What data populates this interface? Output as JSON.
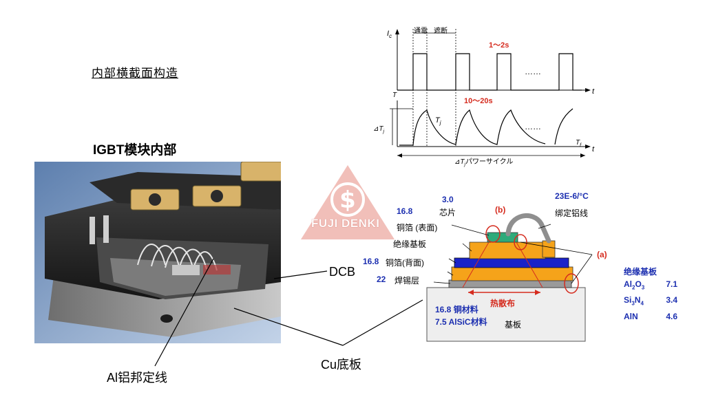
{
  "section_title": "内部横截面构造",
  "module_title": "IGBT模块内部",
  "watermark": "FUJI DENKI",
  "callouts": {
    "dcb": "DCB",
    "cu_base": "Cu底板",
    "al_wire": "Al铝邦定线"
  },
  "waveform": {
    "ic_axis": "I",
    "ic_sub": "c",
    "t_axis": "t",
    "top_left": "T",
    "on": "通電",
    "off": "遮断",
    "period": "1～2s",
    "dots": "……",
    "temp_period": "10～20s",
    "tj": "T",
    "tj_sub": "j",
    "delta_tj": "⊿T",
    "delta_tj_sub": "j",
    "tf": "T",
    "tf_sub": "f",
    "cycle_label": "⊿T",
    "cycle_sub": "j",
    "cycle_text": "パワーサイクル"
  },
  "cross_section": {
    "cte_chip_value": "3.0",
    "chip_label": "芯片",
    "cte_wire_value": "23E-6/°C",
    "wire_label": "绑定铝线",
    "cte_cu_top_value": "16.8",
    "cu_top_label": "铜箔 (表面)",
    "b_marker": "(b)",
    "insulation_label": "绝缘基板",
    "a_marker": "(a)",
    "cte_cu_bottom_value": "16.8",
    "cu_bottom_label": "铜箔(背面)",
    "cte_solder_value": "22",
    "solder_label": "焊锡层",
    "heat_label": "热散布",
    "base_cu_text": "16.8 铜材料",
    "base_alsic_text": "7.5  AlSiC材料",
    "base_label": "基板"
  },
  "substrate_table": {
    "title": "绝缘基板",
    "rows": [
      {
        "material": "Al",
        "s1": "2",
        "m2": "O",
        "s2": "3",
        "value": "7.1"
      },
      {
        "material": "Si",
        "s1": "3",
        "m2": "N",
        "s2": "4",
        "value": "3.4"
      },
      {
        "material": "AlN",
        "s1": "",
        "m2": "",
        "s2": "",
        "value": "4.6"
      }
    ]
  },
  "colors": {
    "accent_red": "#d52b1e",
    "cte_blue": "#1c2fb0",
    "copper_orange": "#f5a31a",
    "insulator_blue": "#1a22c8",
    "chip_green": "#2eaa7a",
    "watermark_red": "#d84a3a"
  }
}
